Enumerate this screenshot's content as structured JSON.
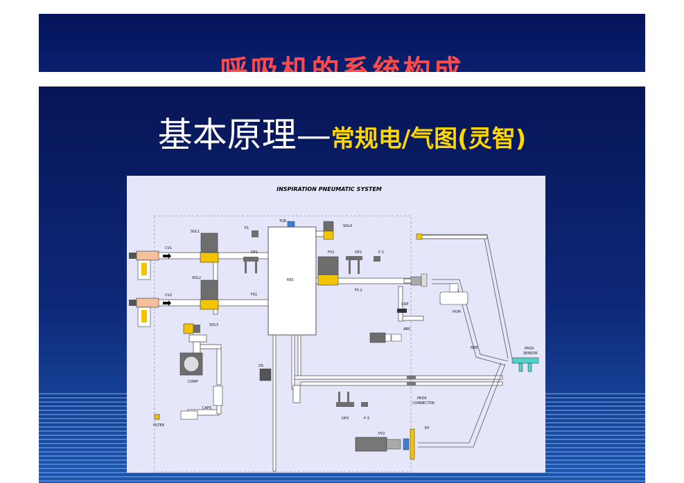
{
  "slide_top": {
    "title": "呼吸机的系统构成"
  },
  "slide_main": {
    "title_main": "基本原理—",
    "title_sub": "常规电/气图(灵智)"
  },
  "diagram": {
    "heading": "INSPIRATION PNEUMATIC SYSTEM",
    "labels": {
      "sol1": "SOL1",
      "sol2": "SOL2",
      "sol3": "SOL3",
      "sol4": "SOL4",
      "cv1": "CV1",
      "cv2": "CV2",
      "p1": "P1",
      "tor": "TOR",
      "dp1": "DP1",
      "dp2": "DP2",
      "dp3": "DP3",
      "p2": "P 2",
      "p3": "P 3",
      "pv1": "PV1",
      "pv2": "PV2",
      "res": "RES",
      "fs1": "FS1",
      "fs2": "FS 2",
      "cop": "COP",
      "abv": "ABV",
      "hum": "HUM",
      "neb": "NEB",
      "prox_sensor_1": "PROX",
      "prox_sensor_2": "SENSOR",
      "comp": "COMP",
      "os": "OS",
      "caps": "CAPS",
      "filter": "FILTER",
      "prox_conn_1": "PROX",
      "prox_conn_2": "CONNECTOR",
      "ev": "EV"
    }
  },
  "colors": {
    "accent_yellow": "#ffd700",
    "title_red": "#ff4a4a",
    "slide_blue": "#0a1f6e",
    "panel": "#e6e6fa",
    "valve_yellow": "#f5c400",
    "valve_gray": "#6e6e6e"
  }
}
